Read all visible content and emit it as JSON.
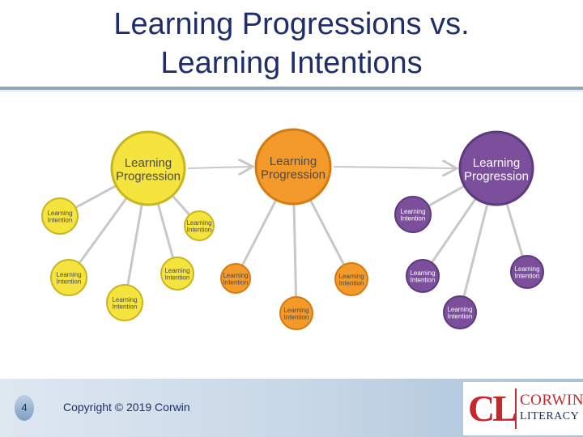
{
  "slide": {
    "title_line1": "Learning Progressions vs.",
    "title_line2": "Learning Intentions"
  },
  "diagram": {
    "groups": [
      {
        "color": "#f5e33e",
        "stroke": "#c9b51e",
        "text_color": "#4a4a4a",
        "big": {
          "line1": "Learning",
          "line2": "Progression"
        },
        "small": [
          {
            "line1": "Learning",
            "line2": "Intention"
          },
          {
            "line1": "Learning",
            "line2": "Intention"
          },
          {
            "line1": "Learning",
            "line2": "Intention"
          },
          {
            "line1": "Learning",
            "line2": "Intention"
          },
          {
            "line1": "Learning",
            "line2": "Intention"
          }
        ]
      },
      {
        "color": "#f39a2a",
        "stroke": "#d47a10",
        "text_color": "#4a4a4a",
        "big": {
          "line1": "Learning",
          "line2": "Progression"
        },
        "small": [
          {
            "line1": "Learning",
            "line2": "Intention"
          },
          {
            "line1": "Learning",
            "line2": "Intention"
          },
          {
            "line1": "Learning",
            "line2": "Intention"
          }
        ]
      },
      {
        "color": "#7b4f9c",
        "stroke": "#5d3a7d",
        "text_color": "#ffffff",
        "big": {
          "line1": "Learning",
          "line2": "Progression"
        },
        "small": [
          {
            "line1": "Learning",
            "line2": "Intention"
          },
          {
            "line1": "Learning",
            "line2": "Intention"
          },
          {
            "line1": "Learning",
            "line2": "Intention"
          },
          {
            "line1": "Learning",
            "line2": "Intention"
          }
        ]
      }
    ]
  },
  "footer": {
    "slide_number": "4",
    "copyright": "Copyright © 2019 Corwin",
    "logo_mark": "CL",
    "logo_top": "CORWIN",
    "logo_bottom": "LITERACY"
  },
  "colors": {
    "title": "#1f2d6b",
    "connector": "#c8c8c8",
    "logo_red": "#c8262b"
  }
}
